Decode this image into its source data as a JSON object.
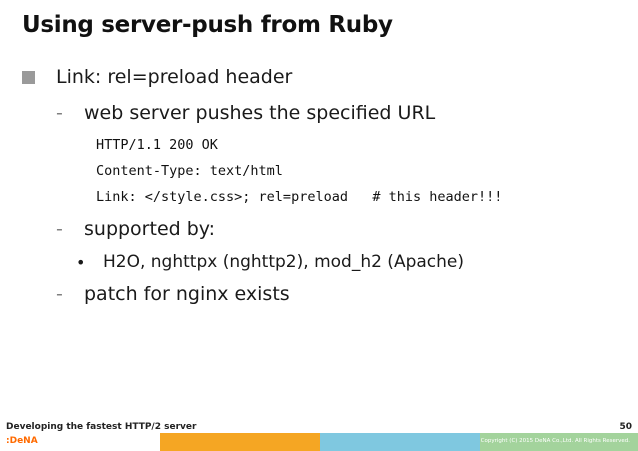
{
  "title": "Using server-push from Ruby",
  "bullet1": "Link: rel=preload header",
  "sub1": "web server pushes the specified URL",
  "code_lines": [
    "HTTP/1.1 200 OK",
    "Content-Type: text/html",
    "Link: </style.css>; rel=preload   # this header!!!"
  ],
  "sub2": "supported by:",
  "sub2_item": "H2O, nghttpx (nghttp2), mod_h2 (Apache)",
  "sub3": "patch for nginx exists",
  "dash": "-",
  "dot": "•",
  "footer": {
    "left": "Developing the fastest HTTP/2 server",
    "page": "50",
    "logo": ":DeNA",
    "copyright": "Copyright (C) 2015 DeNA Co.,Ltd. All Rights Reserved."
  },
  "colors": {
    "bar_orange": "#f5a623",
    "bar_blue": "#7fc8e0",
    "bar_green": "#a3d39c",
    "bar_yellow": "#f7d560",
    "bar_pink": "#e5007f"
  }
}
